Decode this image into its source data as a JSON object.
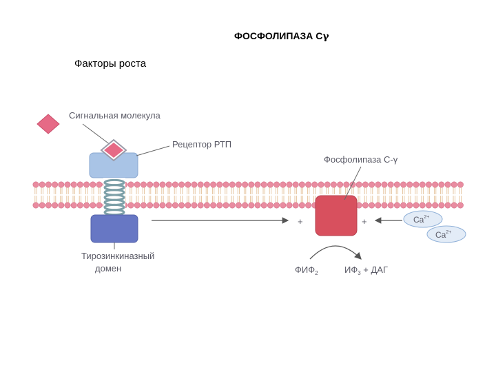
{
  "slide": {
    "title": "ФОСФОЛИПАЗА C",
    "title_symbol": "γ",
    "subtitle": "Факторы роста"
  },
  "diagram": {
    "signal_molecule": "Сигнальная молекула",
    "receptor": "Рецептор РТП",
    "kinase_line1": "Тирозинкиназный",
    "kinase_line2": "домен",
    "plc": "Фосфолипаза С-γ",
    "plus": "+",
    "ca": "Ca",
    "ca_charge": "2+",
    "substrate": "ФИФ",
    "substrate_sub": "2",
    "product_ip": "ИФ",
    "product_ip_sub": "3",
    "product_rest": " + ДАГ"
  },
  "colors": {
    "signal": "#e66a86",
    "receptor_top": "#a9c4e6",
    "kinase": "#6777c4",
    "plc": "#d8505e",
    "lipid_head": "#e98ca0",
    "tail": "#e4c098",
    "helix": "#7da0a8",
    "ca_fill": "#e3ecf7",
    "ca_stroke": "#8fb0d8"
  }
}
